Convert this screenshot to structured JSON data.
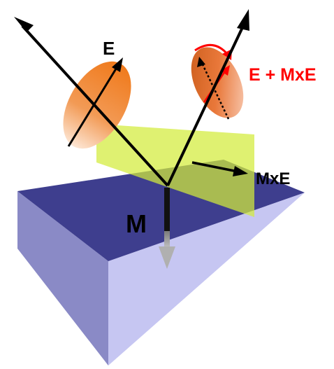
{
  "labels": {
    "e": "E",
    "e_plus_mxe": "E + MxE",
    "mxe": "MxE",
    "m": "M"
  },
  "colors": {
    "crystal_top": "#3e3e8e",
    "crystal_front": "#8a8ac6",
    "crystal_side": "#c6c6f2",
    "plane": "#d2ec3a",
    "ellipse_orange": "#f07a1c",
    "ellipse_light": "#fde6d4",
    "rotated_arrow": "#ff0000",
    "magnetization": "#9a9a9a",
    "beam": "#000000"
  }
}
